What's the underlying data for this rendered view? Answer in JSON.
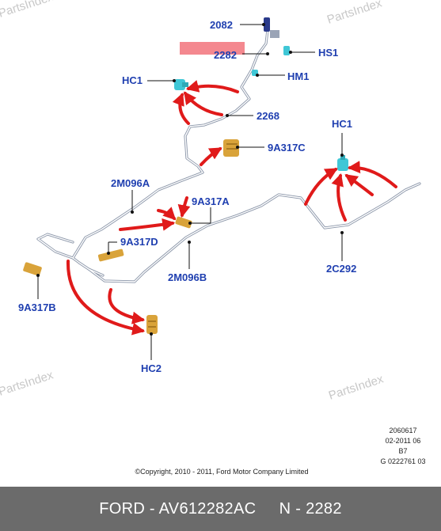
{
  "watermark": "PartsIndex",
  "labels": {
    "l2082": "2082",
    "l2282": "2282",
    "hs1": "HS1",
    "hc1_top": "HC1",
    "hm1": "HM1",
    "l2268": "2268",
    "hc1_right": "HC1",
    "a9a317c": "9A317C",
    "a2m096a": "2M096A",
    "a9a317a": "9A317A",
    "a9a317d": "9A317D",
    "a2m096b": "2M096B",
    "a2c292": "2C292",
    "a9a317b": "9A317B",
    "hc2": "HC2"
  },
  "meta": {
    "code1": "2060617",
    "code2": "02-2011 06",
    "code3": "B7",
    "code4": "G 0222761 03"
  },
  "copyright": "©Copyright, 2010 - 2011, Ford Motor Company Limited",
  "footer": "FORD - AV612282AC     N - 2282",
  "colors": {
    "callout": "#1f3fb0",
    "arrow": "#e01a1a",
    "highlight": "#f4888f",
    "connector_cyan": "#3fc7d6",
    "clip_orange": "#d9a33a",
    "line_gray": "#8a95a8",
    "footer_bg": "#6b6b6b"
  }
}
